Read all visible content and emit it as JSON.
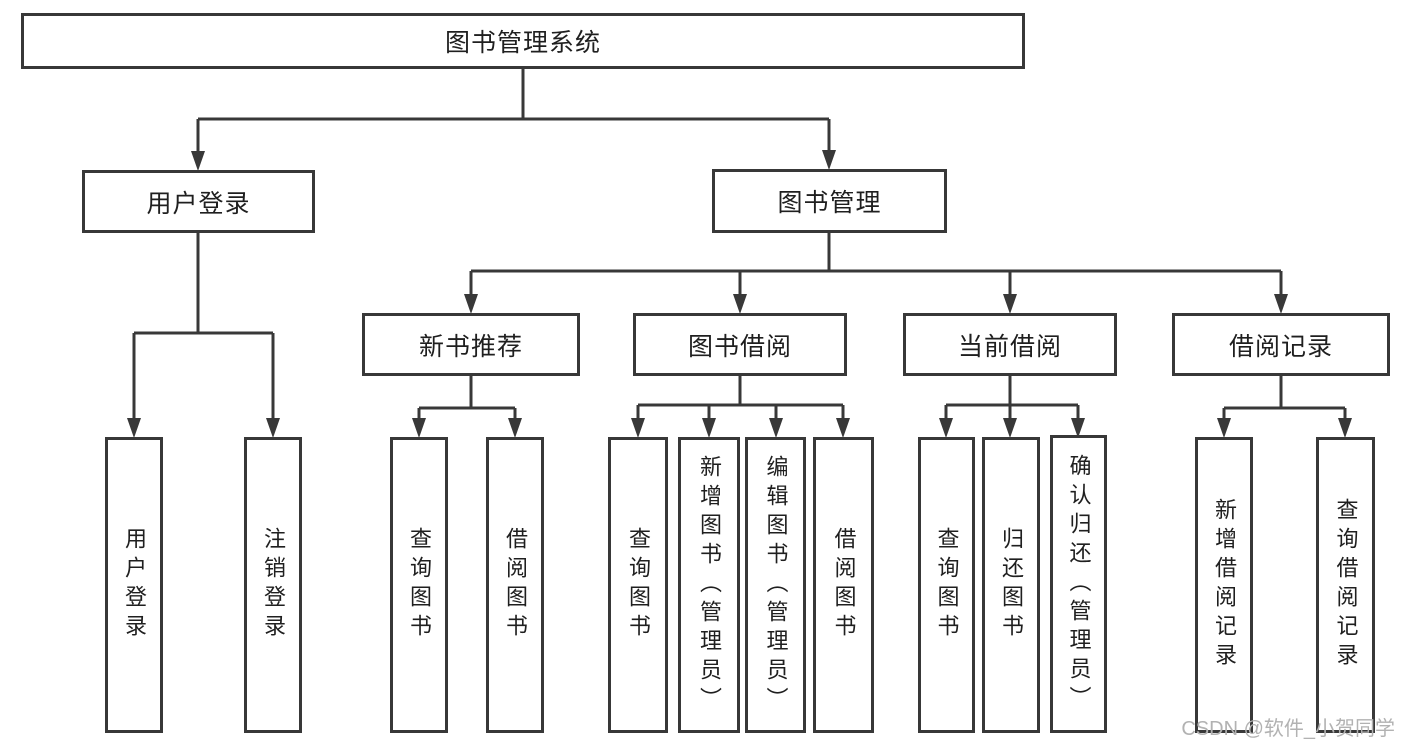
{
  "tree": {
    "root": "图书管理系统",
    "branches": [
      {
        "label": "用户登录",
        "children": [
          "用户登录",
          "注销登录"
        ]
      },
      {
        "label": "图书管理",
        "groups": [
          {
            "label": "新书推荐",
            "children": [
              "查询图书",
              "借阅图书"
            ]
          },
          {
            "label": "图书借阅",
            "children": [
              "查询图书",
              "新增图书（管理员）",
              "编辑图书（管理员）",
              "借阅图书"
            ]
          },
          {
            "label": "当前借阅",
            "children": [
              "查询图书",
              "归还图书",
              "确认归还（管理员）"
            ]
          },
          {
            "label": "借阅记录",
            "children": [
              "新增借阅记录",
              "查询借阅记录"
            ]
          }
        ]
      }
    ]
  },
  "watermark": "CSDN @软件_小贺同学",
  "colors": {
    "line": "#383838",
    "text": "#1f1f1f",
    "background": "#ffffff",
    "watermark": "#b2b2b2"
  }
}
